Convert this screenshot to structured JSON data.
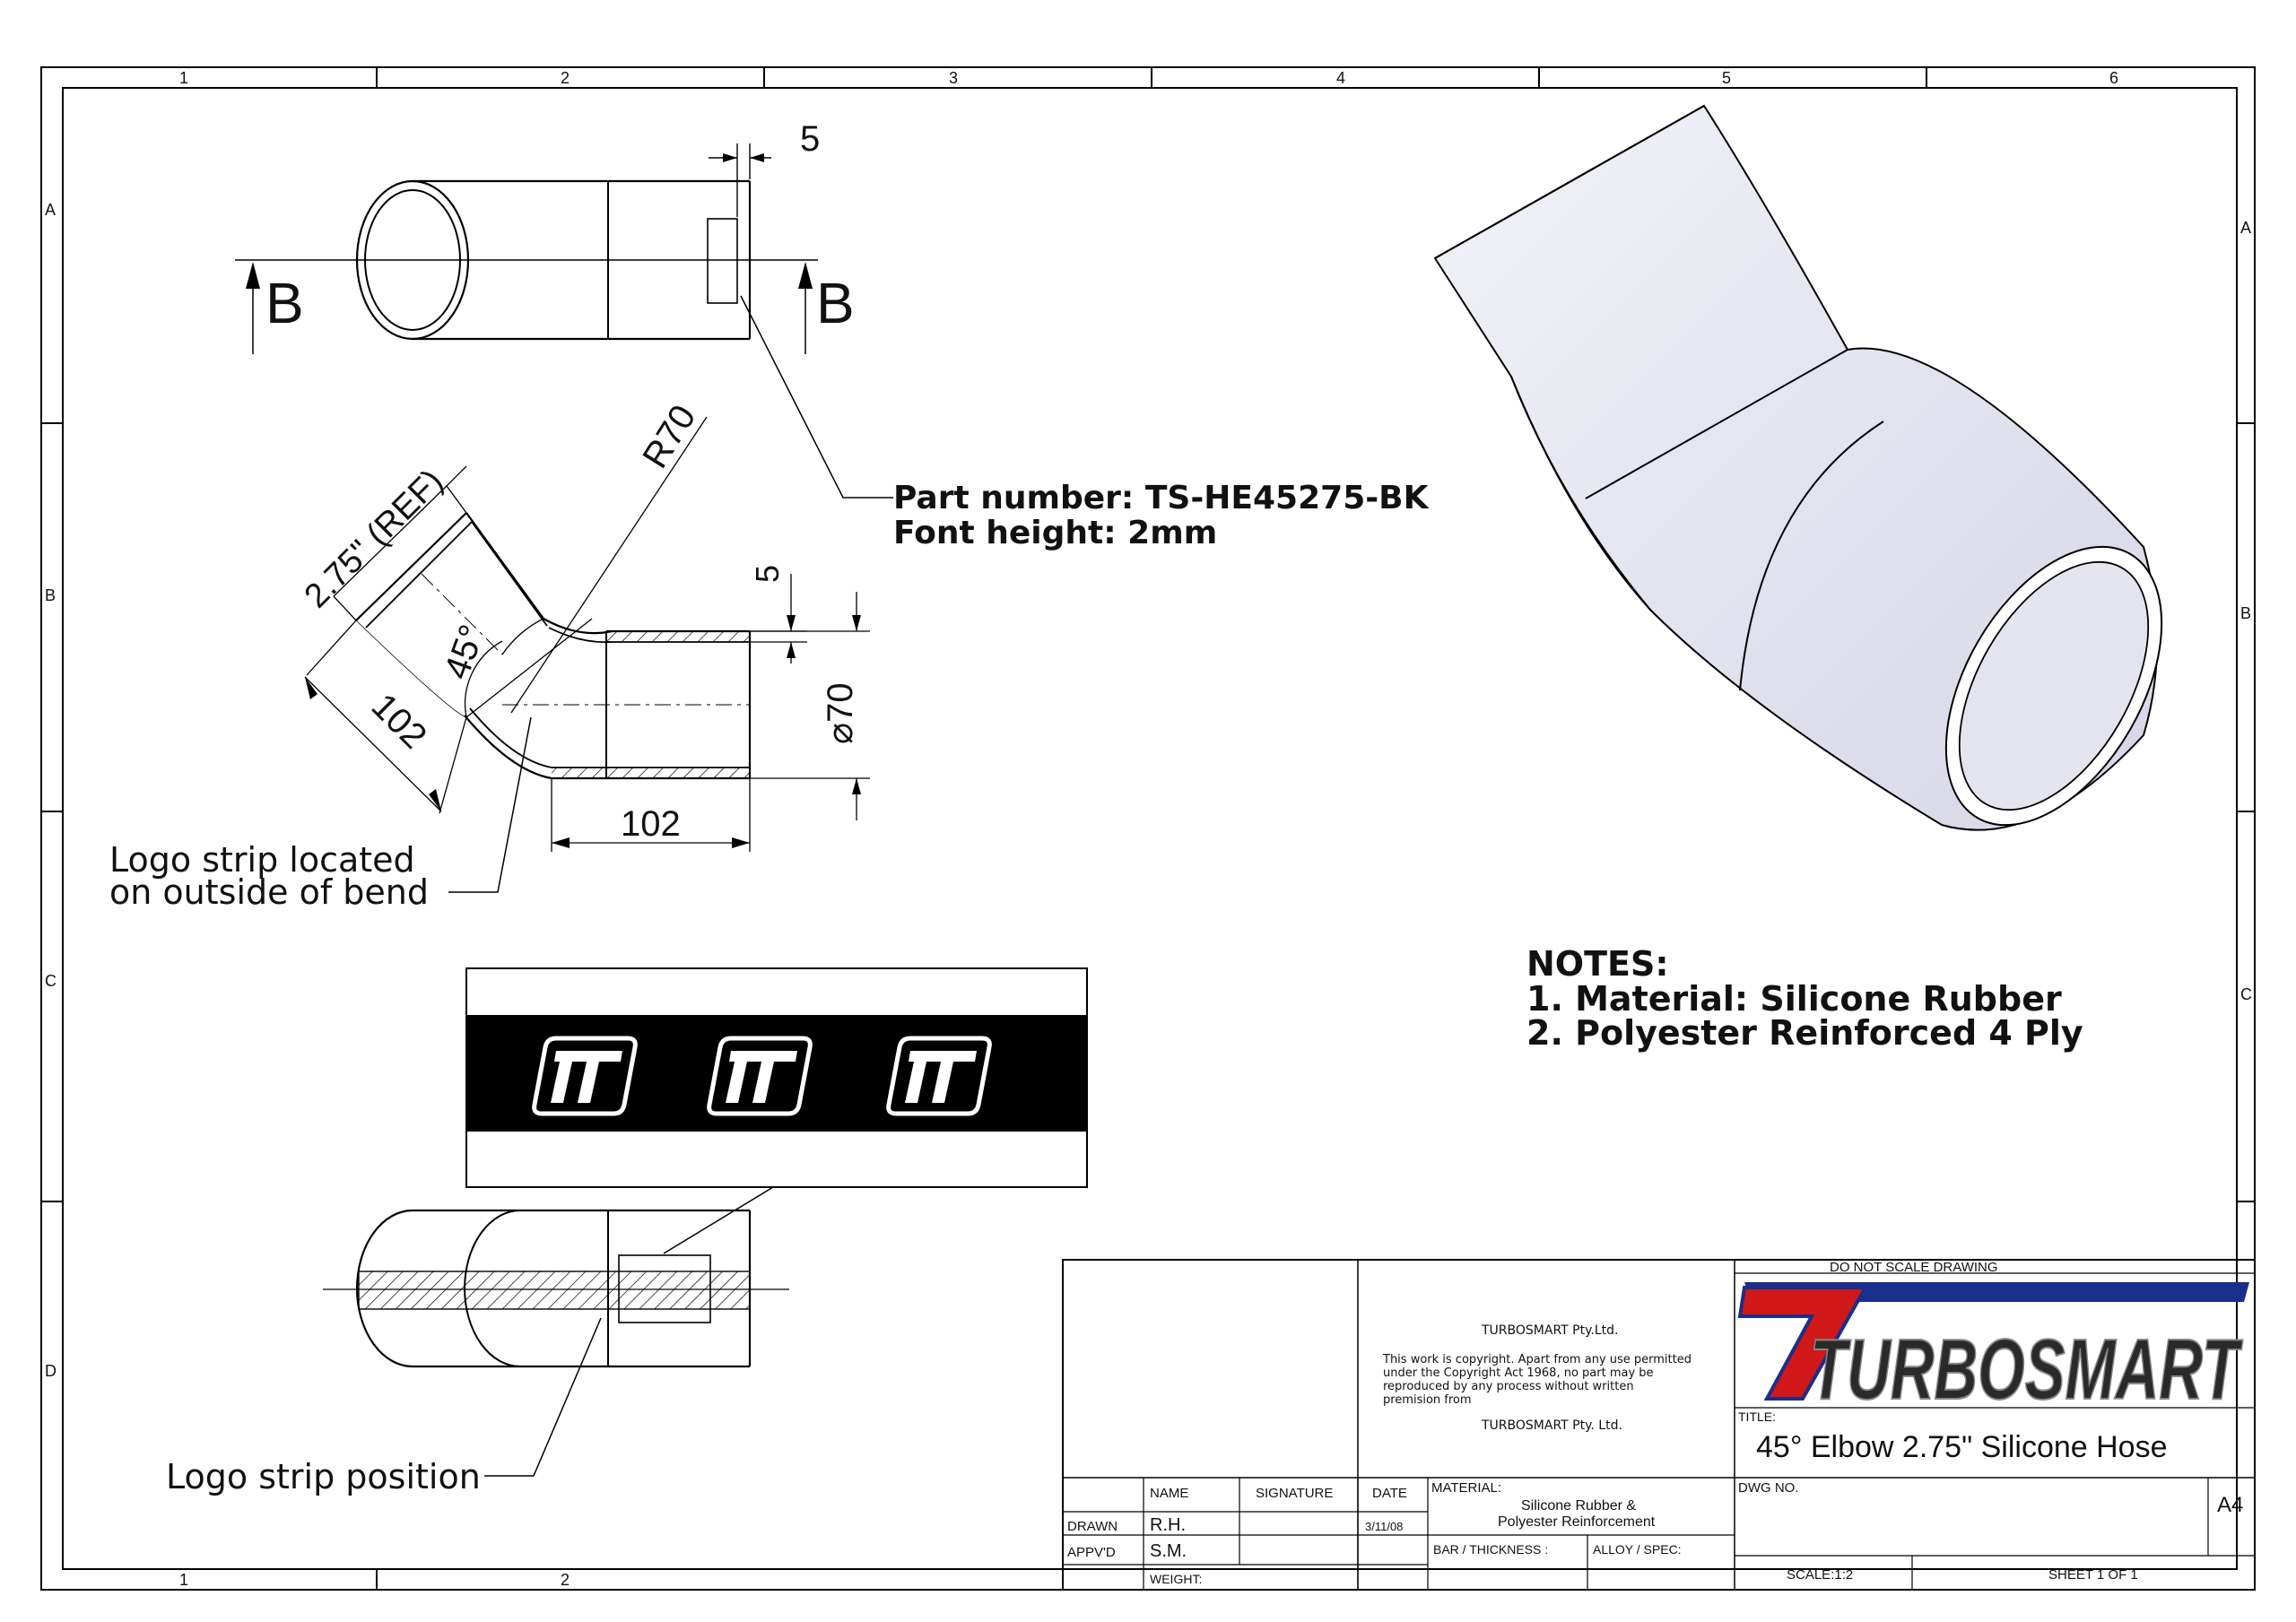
{
  "border": {
    "columns": [
      "1",
      "2",
      "3",
      "4",
      "5",
      "6"
    ],
    "rows": [
      "A",
      "B",
      "C",
      "D"
    ]
  },
  "section_view": {
    "marker_left": "B",
    "marker_right": "B",
    "dim_strip_width": "5"
  },
  "bend_view": {
    "dim_ref": "2.75\" (REF)",
    "dim_radius": "R70",
    "dim_angle": "45°",
    "dim_wall": "5",
    "dim_leg_diag": "102",
    "dim_leg_horiz": "102",
    "dim_diameter": "⌀70"
  },
  "callouts": {
    "part_number": "Part number: TS-HE45275-BK",
    "font_height": "Font height: 2mm",
    "logo_strip_bend_line1": "Logo strip located",
    "logo_strip_bend_line2": "on outside of bend",
    "logo_strip_position": "Logo strip position"
  },
  "notes": {
    "heading": "NOTES:",
    "items": [
      "1. Material: Silicone Rubber",
      "2. Polyester Reinforced 4 Ply"
    ]
  },
  "title_block": {
    "do_not_scale": "DO NOT SCALE DRAWING",
    "company": "TURBOSMART Pty.Ltd.",
    "copyright_lines": [
      "This work is copyright. Apart from any use permitted",
      "under the Copyright Act 1968, no part may be",
      "reproduced by any process without written",
      "premision from"
    ],
    "company2": "TURBOSMART Pty. Ltd.",
    "logo_text": "TURBOSMART",
    "title_label": "TITLE:",
    "title": "45° Elbow 2.75\" Silicone Hose",
    "hdr_name": "NAME",
    "hdr_signature": "SIGNATURE",
    "hdr_date": "DATE",
    "row_drawn": "DRAWN",
    "row_appvd": "APPV'D",
    "row_weight": "WEIGHT:",
    "drawn_name": "R.H.",
    "appvd_name": "S.M.",
    "drawn_date": "3/11/08",
    "material_label": "MATERIAL:",
    "material_line1": "Silicone Rubber &",
    "material_line2": "Polyester Reinforcement",
    "bar_thickness": "BAR / THICKNESS :",
    "alloy_spec": "ALLOY / SPEC:",
    "dwg_no_label": "DWG NO.",
    "size": "A4",
    "scale": "SCALE:1:2",
    "sheet": "SHEET 1 OF 1"
  },
  "colors": {
    "hose_fill": "#e8e8f2",
    "logo_red": "#d01818",
    "logo_blue": "#1a2e8c",
    "strip_black": "#000000"
  }
}
